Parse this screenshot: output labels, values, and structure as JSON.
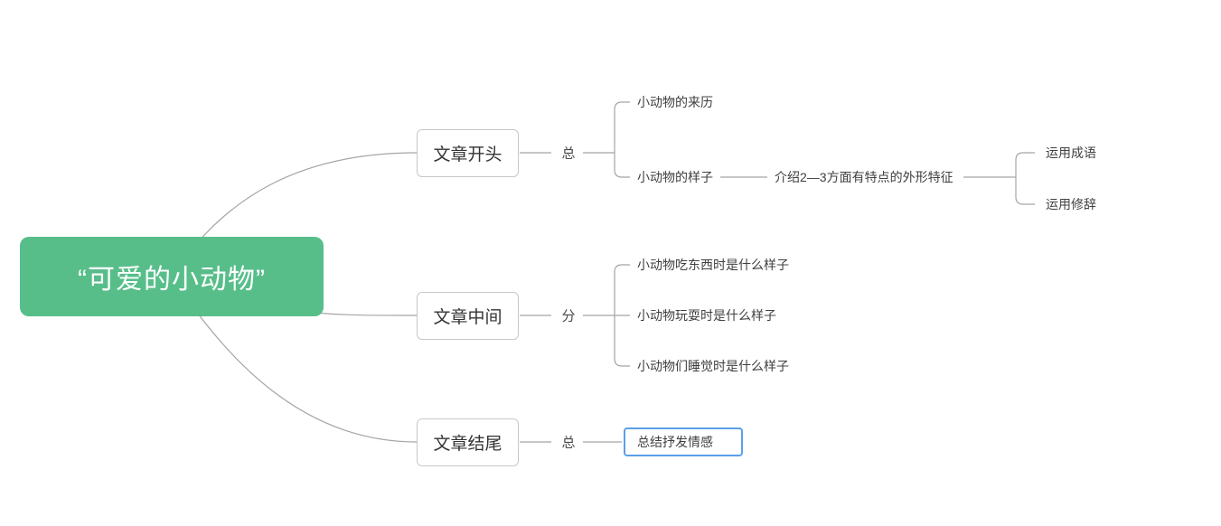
{
  "root": {
    "label": "“可爱的小动物”"
  },
  "branch1": {
    "label": "文章开头",
    "tag": "总",
    "child1": {
      "label": "小动物的来历"
    },
    "child2": {
      "label": "小动物的样子",
      "detail": {
        "label": "介绍2—3方面有特点的外形特征",
        "sub1": {
          "label": "运用成语"
        },
        "sub2": {
          "label": "运用修辞"
        }
      }
    }
  },
  "branch2": {
    "label": "文章中间",
    "tag": "分",
    "child1": {
      "label": "小动物吃东西时是什么样子"
    },
    "child2": {
      "label": "小动物玩耍时是什么样子"
    },
    "child3": {
      "label": "小动物们睡觉时是什么样子"
    }
  },
  "branch3": {
    "label": "文章结尾",
    "tag": "总",
    "child1": {
      "label": "总结抒发情感"
    }
  },
  "colors": {
    "root_bg": "#57be8a",
    "selection": "#5b9fe8",
    "line": "#a5a5a5"
  }
}
